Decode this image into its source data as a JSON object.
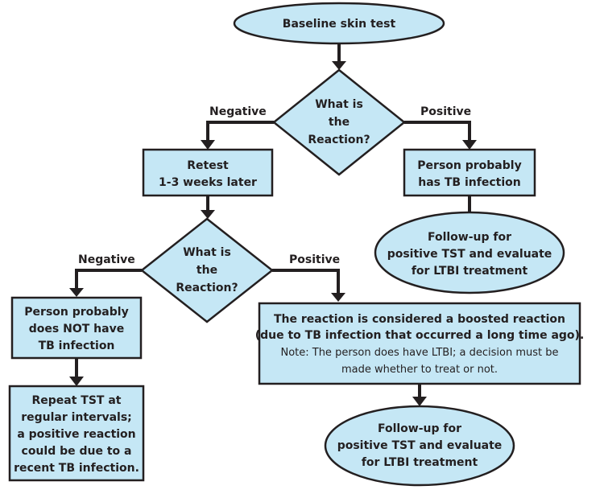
{
  "nodes": {
    "baseline": {
      "lines": [
        "Baseline skin test"
      ]
    },
    "reaction1": {
      "lines": [
        "What is",
        "the",
        "Reaction?"
      ]
    },
    "retest": {
      "lines": [
        "Retest",
        "1-3 weeks later"
      ]
    },
    "tb_infection": {
      "lines": [
        "Person probably",
        "has TB infection"
      ]
    },
    "followup1": {
      "lines": [
        "Follow-up for",
        "positive TST and evaluate",
        "for LTBI treatment"
      ]
    },
    "reaction2": {
      "lines": [
        "What is",
        "the",
        "Reaction?"
      ]
    },
    "no_tb": {
      "lines": [
        "Person probably",
        "does NOT have",
        "TB infection"
      ]
    },
    "boosted": {
      "lines": [
        "The reaction is considered a boosted reaction",
        "(due to TB infection that occurred a long time ago)."
      ],
      "note_lines": [
        "Note: The person does have LTBI; a decision must be",
        "made whether to treat or not."
      ]
    },
    "repeat": {
      "lines": [
        "Repeat TST at",
        "regular intervals;",
        "a positive reaction",
        "could be due to a",
        "recent TB infection."
      ]
    },
    "followup2": {
      "lines": [
        "Follow-up for",
        "positive TST and evaluate",
        "for LTBI treatment"
      ]
    }
  },
  "edges": {
    "r1_negative": "Negative",
    "r1_positive": "Positive",
    "r2_negative": "Negative",
    "r2_positive": "Positive"
  },
  "colors": {
    "fill": "#c5e7f5",
    "stroke": "#231f20"
  }
}
